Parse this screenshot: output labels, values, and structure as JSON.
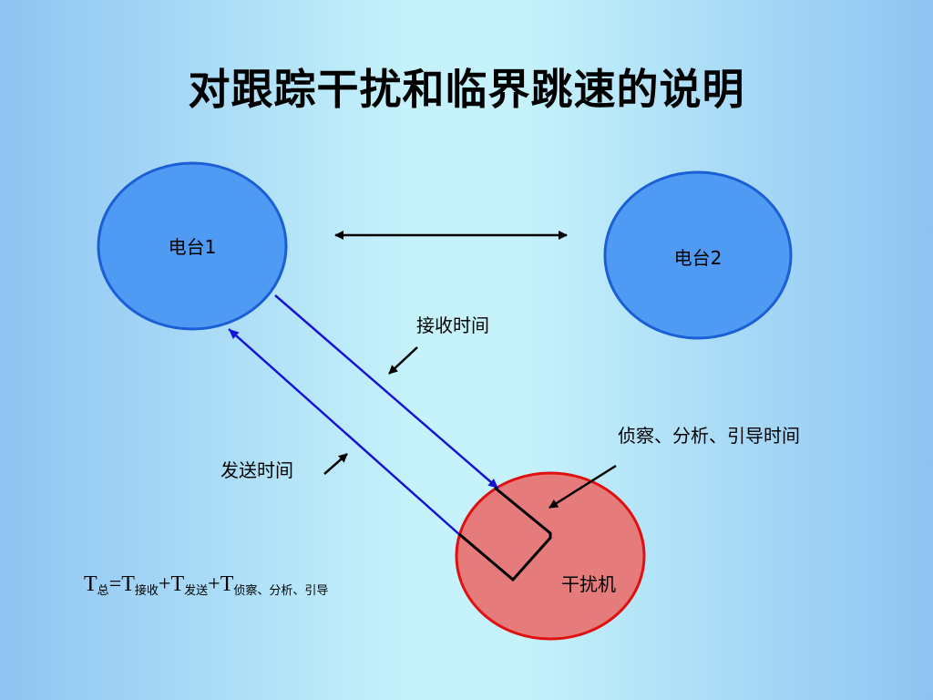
{
  "title": "对跟踪干扰和临界跳速的说明",
  "nodes": {
    "station1": "电台1",
    "station2": "电台2",
    "jammer": "干扰机"
  },
  "labels": {
    "receive_time": "接收时间",
    "send_time": "发送时间",
    "recon_time": "侦察、分析、引导时间"
  },
  "formula": {
    "t": "T",
    "total_sub": "总",
    "eq": "=",
    "plus": "+",
    "receive_sub": "接收",
    "send_sub": "发送",
    "recon_sub": "侦察、分析、引导"
  },
  "colors": {
    "station_fill": "#4f9bf3",
    "station_stroke": "#1a5fd6",
    "jammer_fill": "#e57b7b",
    "jammer_stroke": "#e01010",
    "signal_line": "#1414d2"
  }
}
